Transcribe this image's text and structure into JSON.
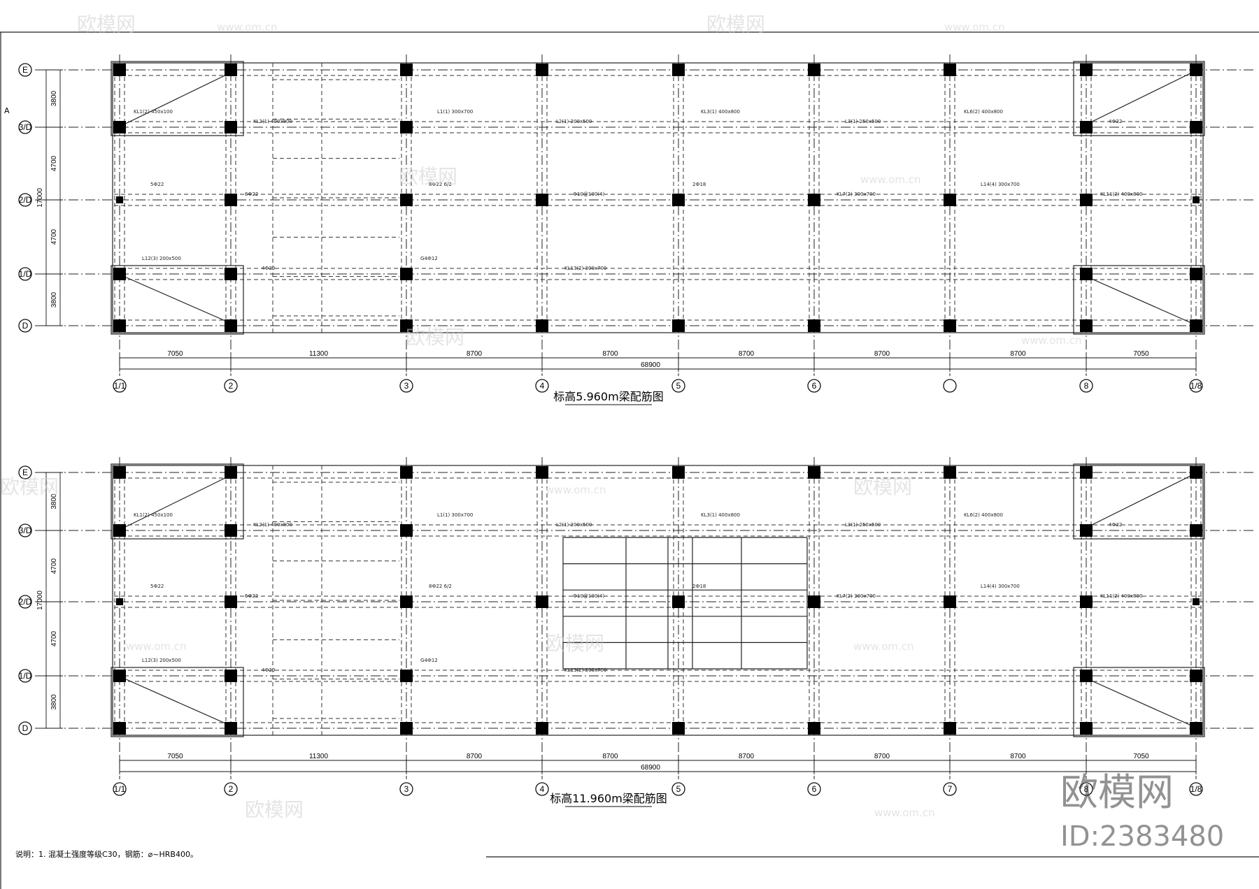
{
  "plans": [
    {
      "title": "标高5.960m梁配筋图",
      "span_dims": [
        "7050",
        "11300",
        "8700",
        "8700",
        "8700",
        "8700",
        "8700",
        "7050"
      ],
      "total_dim": "68900",
      "left_dims": [
        "3800",
        "4700",
        "4700",
        "3800"
      ],
      "left_total": "17000",
      "x_axes": [
        "1/1",
        "2",
        "3",
        "4",
        "5",
        "6",
        "",
        "8",
        "1/8"
      ],
      "y_axes": [
        "E",
        "3/D",
        "2/D",
        "1/D",
        "D"
      ]
    },
    {
      "title": "标高11.960m梁配筋图",
      "span_dims": [
        "7050",
        "11300",
        "8700",
        "8700",
        "8700",
        "8700",
        "8700",
        "7050"
      ],
      "total_dim": "68900",
      "left_dims": [
        "3800",
        "4700",
        "4700",
        "3800"
      ],
      "left_total": "17000",
      "x_axes": [
        "1/1",
        "2",
        "3",
        "4",
        "5",
        "6",
        "7",
        "8",
        "1/8"
      ],
      "y_axes": [
        "E",
        "3/D",
        "2/D",
        "1/D",
        "D"
      ]
    }
  ],
  "notes": "说明：1. 混凝土强度等级C30，钢筋：⌀~HRB400。",
  "side_mark": "A",
  "watermark": {
    "brand": "欧模网",
    "url": "www.om.cn",
    "id": "ID:2383480"
  },
  "beam_labels": [
    "KL1(2) 450x100",
    "KL2(1) 400x800",
    "L1(1) 300x700",
    "L2(1) 200x500",
    "KL3(1) 400x800",
    "L3(1) 250x500",
    "KL6(2) 400x800",
    "4Ф22",
    "5Ф22",
    "6Ф22",
    "8Ф22 6/2",
    "Ф10@100(4)",
    "2Ф18",
    "KL7(2) 300x700",
    "L14(4) 300x700",
    "KL11(2) 400x800",
    "L12(3) 200x500",
    "4Ф20",
    "G4Ф12",
    "KL13(2) 300x700"
  ]
}
